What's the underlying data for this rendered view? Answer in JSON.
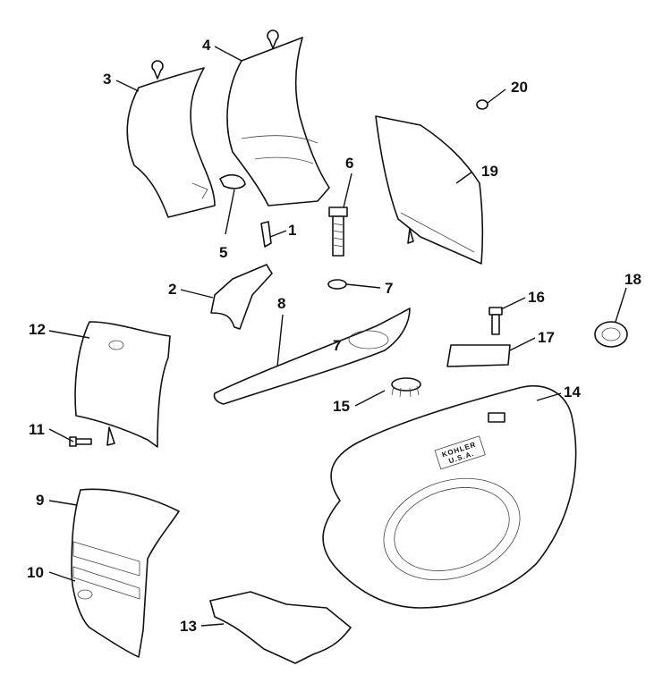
{
  "callouts": {
    "c1": "1",
    "c2": "2",
    "c3": "3",
    "c4": "4",
    "c5": "5",
    "c6": "6",
    "c7a": "7",
    "c7b": "7",
    "c8": "8",
    "c9": "9",
    "c10": "10",
    "c11": "11",
    "c12": "12",
    "c13": "13",
    "c14": "14",
    "c15": "15",
    "c16": "16",
    "c17": "17",
    "c18": "18",
    "c19": "19",
    "c20": "20"
  },
  "brand": {
    "name": "KOHLER",
    "origin": "U.S.A."
  }
}
